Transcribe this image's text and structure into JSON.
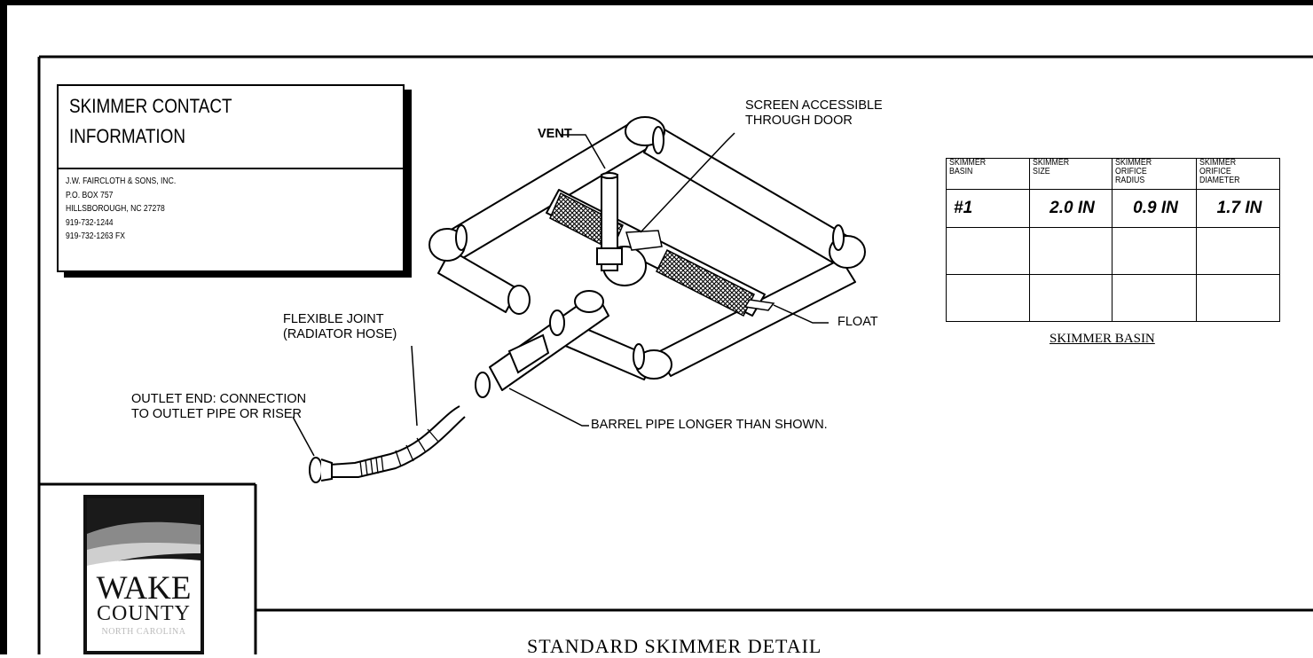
{
  "contact": {
    "title_line1": "SKIMMER CONTACT",
    "title_line2": "INFORMATION",
    "lines": [
      "J.W. FAIRCLOTH & SONS, INC.",
      "P.O. BOX 757",
      "HILLSBOROUGH, NC 27278",
      "919-732-1244",
      "919-732-1263 FX"
    ]
  },
  "callouts": {
    "vent": "VENT",
    "screen_line1": "SCREEN ACCESSIBLE",
    "screen_line2": "THROUGH DOOR",
    "float": "FLOAT",
    "flex_line1": "FLEXIBLE JOINT",
    "flex_line2": "(RADIATOR HOSE)",
    "outlet_line1": "OUTLET END: CONNECTION",
    "outlet_line2": "TO OUTLET PIPE OR RISER",
    "barrel": "BARREL PIPE LONGER THAN SHOWN."
  },
  "table": {
    "headers": [
      "SKIMMER\nBASIN",
      "SKIMMER\nSIZE",
      "SKIMMER\nORIFICE\nRADIUS",
      "SKIMMER\nORIFICE\nDIAMETER"
    ],
    "rows": [
      [
        "#1",
        "2.0 IN",
        "0.9 IN",
        "1.7 IN"
      ],
      [
        "",
        "",
        "",
        ""
      ],
      [
        "",
        "",
        "",
        ""
      ]
    ],
    "caption": "SKIMMER BASIN"
  },
  "logo": {
    "word1": "WAKE",
    "word2": "COUNTY",
    "word3": "NORTH CAROLINA"
  },
  "detail_title": "STANDARD SKIMMER DETAIL"
}
